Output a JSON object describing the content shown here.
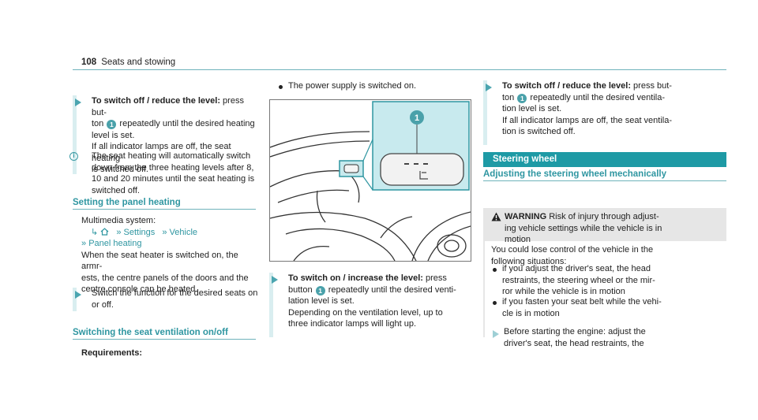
{
  "header": {
    "page_number": "108",
    "section": "Seats and stowing"
  },
  "col1": {
    "step1": {
      "bold": "To switch off / reduce the level:",
      "lines": [
        " press but-",
        "ton ",
        " repeatedly until the desired heating",
        "level is set.",
        "If all indicator lamps are off, the seat heating",
        "is switched off."
      ]
    },
    "note_lines": [
      "The seat heating will automatically switch",
      "down from the three heating levels after 8,",
      "10 and 20 minutes until the seat heating is",
      "switched off."
    ],
    "panel_title": "Setting the panel heating",
    "menu_label": "Multimedia system:",
    "menu_home_icon": "home-icon",
    "menu_settings": "Settings",
    "menu_vehicle": "Vehicle",
    "menu_panel": "Panel heating",
    "panel_body_lines": [
      "When the seat heater is switched on, the armr-",
      "ests, the centre panels of the doors and the",
      "centre console can be heated."
    ],
    "step2_lines": [
      "Switch the function for the desired seats on",
      "or off."
    ],
    "vent_title": "Switching the seat ventilation on/off",
    "requirements": "Requirements:"
  },
  "col2": {
    "bullet": "The power supply is switched on.",
    "figure_label": "1",
    "step": {
      "bold": "To switch on / increase the level:",
      "l1": " press",
      "l2a": "button ",
      "l2b": " repeatedly until the desired venti-",
      "l3": "lation level is set.",
      "l4": "Depending on the ventilation level, up to",
      "l5": "three indicator lamps will light up."
    }
  },
  "col3": {
    "step": {
      "bold": "To switch off / reduce the level:",
      "l1": " press but-",
      "l2a": "ton ",
      "l2b": " repeatedly until the desired ventila-",
      "l3": "tion level is set.",
      "l4": "If all indicator lamps are off, the seat ventila-",
      "l5": "tion is switched off."
    },
    "banner": "Steering wheel",
    "subtitle": "Adjusting the steering wheel mechanically",
    "warning_word": "WARNING",
    "warning_l1": " Risk of injury through adjust-",
    "warning_l2": "ing vehicle settings while the vehicle is in",
    "warning_l3": "motion",
    "body_l1": "You could lose control of the vehicle in the",
    "body_l2": "following situations:",
    "bullets": [
      [
        "if you adjust the driver's seat, the head",
        "restraints, the steering wheel or the mir-",
        "ror while the vehicle is in motion"
      ],
      [
        "if you fasten your seat belt while the vehi-",
        "cle is in motion"
      ]
    ],
    "final_l1": "Before starting the engine: adjust the",
    "final_l2": "driver's seat, the head restraints, the"
  },
  "badge_number": "1"
}
